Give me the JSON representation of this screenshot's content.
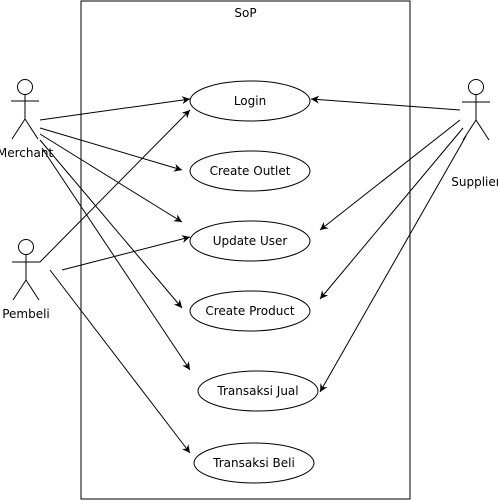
{
  "system": {
    "title": "SoP"
  },
  "actors": {
    "merchant": {
      "label": "Merchant"
    },
    "pembeli": {
      "label": "Pembeli"
    },
    "supplier": {
      "label": "Supplier"
    }
  },
  "use_cases": {
    "login": {
      "label": "Login"
    },
    "create_outlet": {
      "label": "Create Outlet"
    },
    "update_user": {
      "label": "Update User"
    },
    "create_product": {
      "label": "Create Product"
    },
    "transaksi_jual": {
      "label": "Transaksi Jual"
    },
    "transaksi_beli": {
      "label": "Transaksi  Beli"
    }
  },
  "associations": [
    {
      "from": "merchant",
      "to": "login"
    },
    {
      "from": "merchant",
      "to": "create_outlet"
    },
    {
      "from": "merchant",
      "to": "update_user"
    },
    {
      "from": "merchant",
      "to": "create_product"
    },
    {
      "from": "merchant",
      "to": "transaksi_jual"
    },
    {
      "from": "pembeli",
      "to": "login"
    },
    {
      "from": "pembeli",
      "to": "update_user"
    },
    {
      "from": "pembeli",
      "to": "transaksi_beli"
    },
    {
      "from": "supplier",
      "to": "login"
    },
    {
      "from": "supplier",
      "to": "update_user"
    },
    {
      "from": "supplier",
      "to": "create_product"
    },
    {
      "from": "supplier",
      "to": "transaksi_jual"
    }
  ]
}
